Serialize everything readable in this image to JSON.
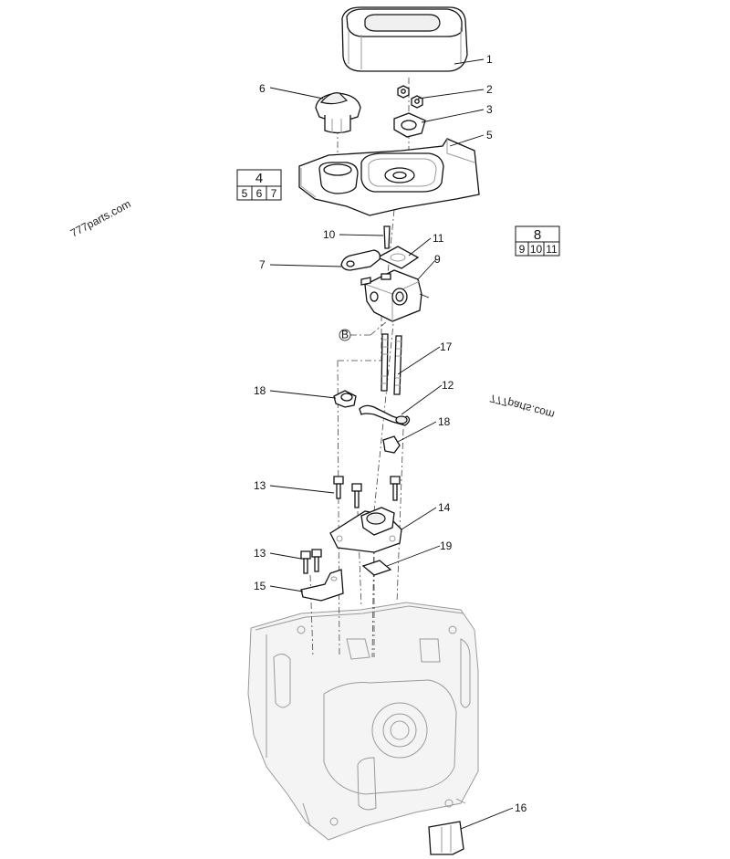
{
  "callouts": [
    {
      "id": "c1",
      "label": "1"
    },
    {
      "id": "c2",
      "label": "2"
    },
    {
      "id": "c3",
      "label": "3"
    },
    {
      "id": "c5",
      "label": "5"
    },
    {
      "id": "c6",
      "label": "6"
    },
    {
      "id": "c10",
      "label": "10"
    },
    {
      "id": "c11",
      "label": "11"
    },
    {
      "id": "c7",
      "label": "7"
    },
    {
      "id": "c9",
      "label": "9"
    },
    {
      "id": "c17",
      "label": "17"
    },
    {
      "id": "c18a",
      "label": "18"
    },
    {
      "id": "c12",
      "label": "12"
    },
    {
      "id": "c18b",
      "label": "18"
    },
    {
      "id": "c13a",
      "label": "13"
    },
    {
      "id": "c14",
      "label": "14"
    },
    {
      "id": "c19",
      "label": "19"
    },
    {
      "id": "c13b",
      "label": "13"
    },
    {
      "id": "c15",
      "label": "15"
    },
    {
      "id": "c16",
      "label": "16"
    }
  ],
  "ref_box_4": {
    "main": "4",
    "subs": [
      "5",
      "6",
      "7"
    ]
  },
  "ref_box_8": {
    "main": "8",
    "subs": [
      "9",
      "10",
      "11"
    ]
  },
  "marker_b": "B",
  "watermark": "777parts.com"
}
